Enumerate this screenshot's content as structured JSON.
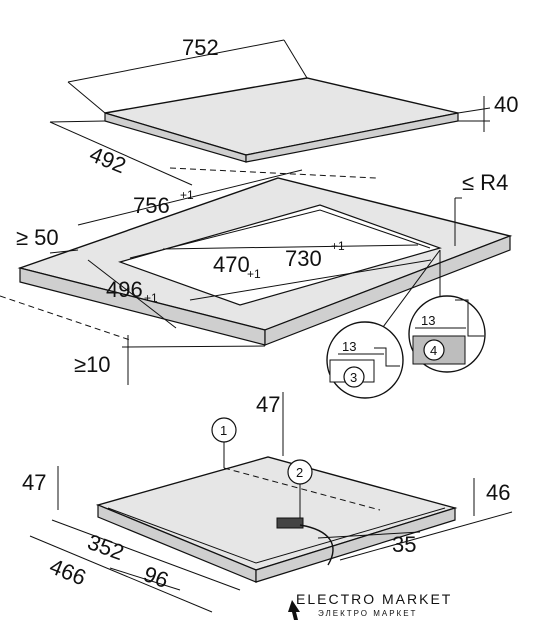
{
  "dimensions": {
    "top_width": "752",
    "top_depth": "492",
    "top_thickness": "40",
    "cutout_width": "756",
    "cutout_width_tol": "+1",
    "corner_radius": "≤ R4",
    "min_edge_distance": "≥ 50",
    "cutout_depth": "496",
    "cutout_depth_tol": "+1",
    "rebate_depth": "470",
    "rebate_depth_tol": "+1",
    "rebate_width": "730",
    "rebate_width_tol": "+1",
    "min_thickness": "≥10",
    "detail_offset_a": "13",
    "detail_offset_b": "13",
    "side_height_left": "47",
    "side_height_top": "47",
    "side_height_right": "46",
    "bottom_352": "352",
    "bottom_35": "35",
    "bottom_466": "466",
    "bottom_96": "96"
  },
  "callouts": {
    "c1": "1",
    "c2": "2",
    "c3": "3",
    "c4": "4"
  },
  "watermark": {
    "title": "ELECTRO MARKET",
    "subtitle": "ЭЛЕКТРО МАРКЕТ"
  }
}
